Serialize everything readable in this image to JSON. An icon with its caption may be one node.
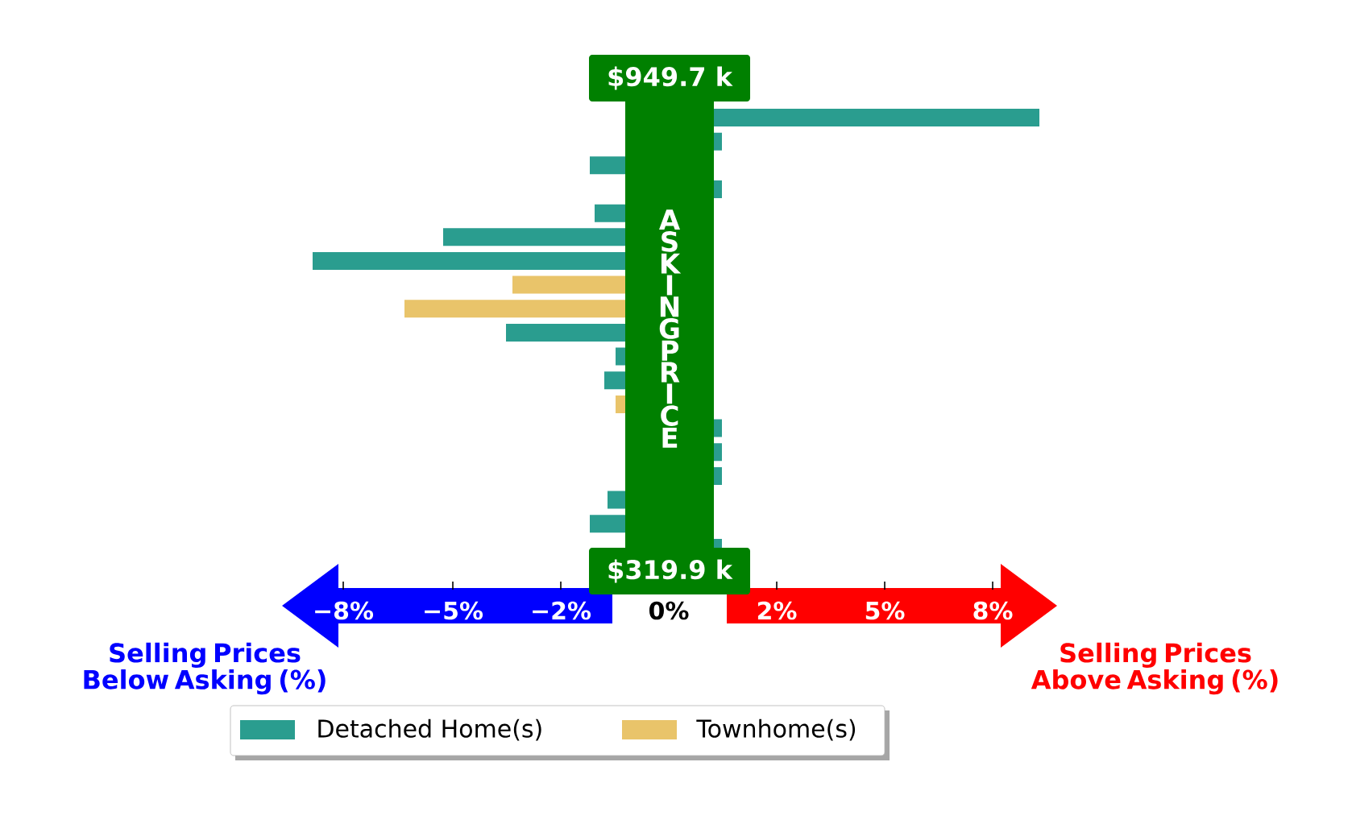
{
  "diagram": {
    "nodes": [
      {
        "text": [
          "$949.7 k"
        ]
      },
      {
        "text": [
          "ASKING PRICE"
        ]
      },
      {
        "text": [
          "$319.9 k"
        ]
      }
    ],
    "labels": [
      "−8%",
      "−5%",
      "−2%",
      "0%",
      "2%",
      "5%",
      "8%",
      "Selling Prices Below Asking (%)",
      "Selling Prices Above Asking (%)"
    ],
    "legend": [
      {
        "text": "Detached Home(s)",
        "color": "#2a9d8f"
      },
      {
        "text": "Townhome(s)",
        "color": "#e9c46a"
      }
    ]
  }
}
